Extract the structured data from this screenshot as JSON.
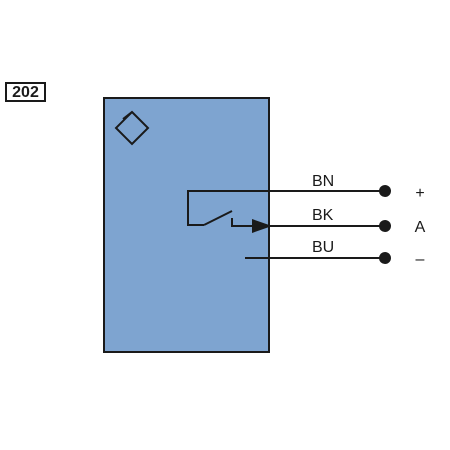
{
  "diagram": {
    "code": "202",
    "wires": [
      {
        "label": "BN",
        "terminal": "+"
      },
      {
        "label": "BK",
        "terminal": "A"
      },
      {
        "label": "BU",
        "terminal": "–"
      }
    ]
  },
  "colors": {
    "body_fill": "#7ea4d0",
    "line": "#1a1a1a"
  },
  "icons": {
    "sensor_symbol": "diamond-sensor-icon",
    "switch": "switch-contact-icon",
    "terminal": "terminal-dot-icon"
  }
}
